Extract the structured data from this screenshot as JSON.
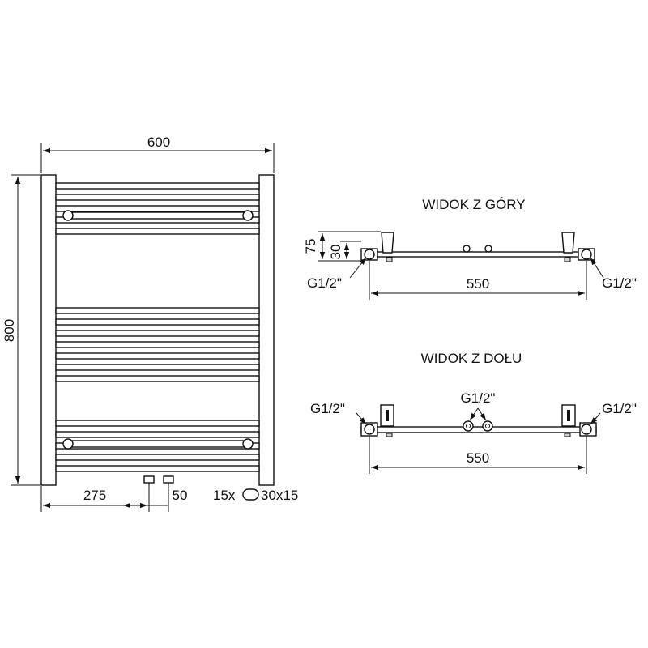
{
  "front_view": {
    "width_label": "600",
    "height_label": "800",
    "offset_label": "275",
    "spacing_label": "50",
    "tube_label": "15x",
    "bar_label": "30x15"
  },
  "top_view": {
    "title": "WIDOK Z GÓRY",
    "depth_label": "75",
    "offset_label": "30",
    "span_label": "550",
    "connector_left": "G1/2\"",
    "connector_right": "G1/2\""
  },
  "bottom_view": {
    "title": "WIDOK Z DOŁU",
    "span_label": "550",
    "connector_left": "G1/2\"",
    "connector_center": "G1/2\"",
    "connector_right": "G1/2\""
  },
  "colors": {
    "ink": "#111111",
    "paper": "#ffffff"
  }
}
